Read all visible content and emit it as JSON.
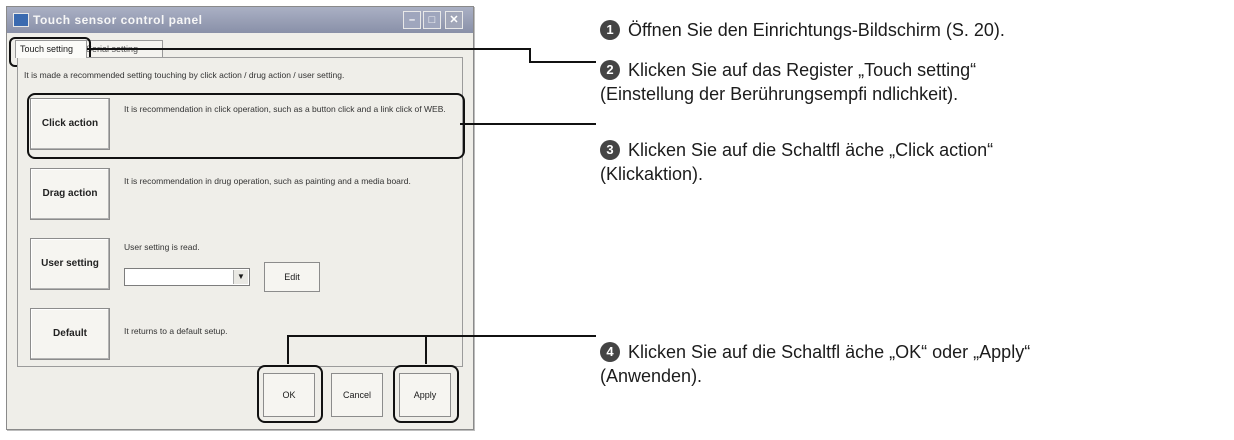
{
  "window": {
    "title": "Touch sensor control panel",
    "tabs": [
      "Touch setting",
      "Serial setting"
    ],
    "description": "It is made a recommended setting touching by click action / drug action / user setting.",
    "sections": [
      {
        "label": "Click action",
        "text": "It is recommendation in click operation, such as a button click and a link click of WEB."
      },
      {
        "label": "Drag action",
        "text": "It is recommendation in drug operation, such as painting and a media board."
      },
      {
        "label": "User setting",
        "text": "User setting is read."
      },
      {
        "label": "Default",
        "text": "It returns to a default setup."
      }
    ],
    "select_value": "",
    "edit_label": "Edit",
    "ok_label": "OK",
    "cancel_label": "Cancel",
    "apply_label": "Apply",
    "window_buttons": {
      "min": "–",
      "max": "□",
      "close": "✕"
    }
  },
  "steps": [
    {
      "num": "1",
      "line1": "Öffnen Sie den Einrichtungs-Bildschirm (S. 20).",
      "line2": ""
    },
    {
      "num": "2",
      "line1": "Klicken Sie auf das Register „Touch setting“",
      "line2": "(Einstellung der Berührungsempfi ndlichkeit)."
    },
    {
      "num": "3",
      "line1": "Klicken Sie auf die Schaltfl äche „Click action“",
      "line2": "(Klickaktion)."
    },
    {
      "num": "4",
      "line1": "Klicken Sie auf die Schaltfl äche „OK“ oder „Apply“",
      "line2": "(Anwenden)."
    }
  ]
}
